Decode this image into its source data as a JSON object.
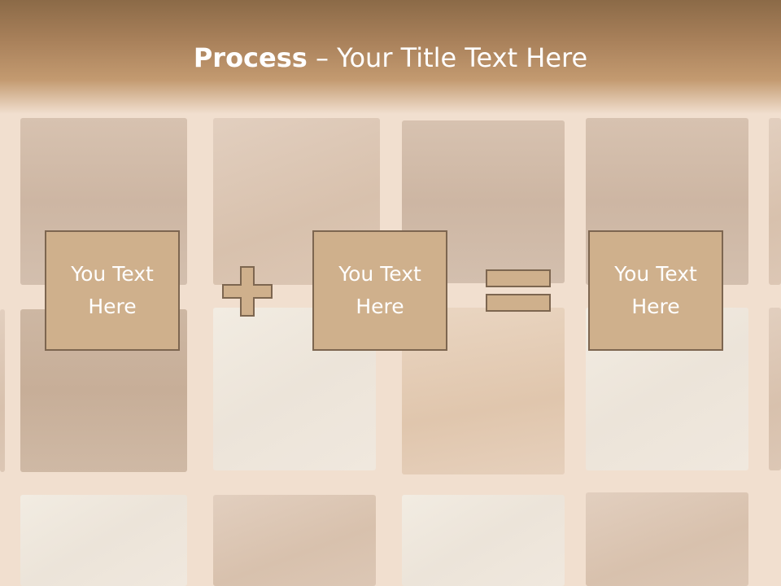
{
  "slide": {
    "title_bold": "Process",
    "title_dash": " – ",
    "title_rest": "Your Title Text Here"
  },
  "process": {
    "boxes": [
      {
        "label": "You Text Here"
      },
      {
        "label": "You Text Here"
      },
      {
        "label": "You Text Here"
      }
    ],
    "operators": [
      "plus-icon",
      "equals-icon"
    ]
  },
  "colors": {
    "header": "#a8805a",
    "box_fill": "#cfb08c",
    "box_border": "#7d6650",
    "text": "#ffffff"
  }
}
